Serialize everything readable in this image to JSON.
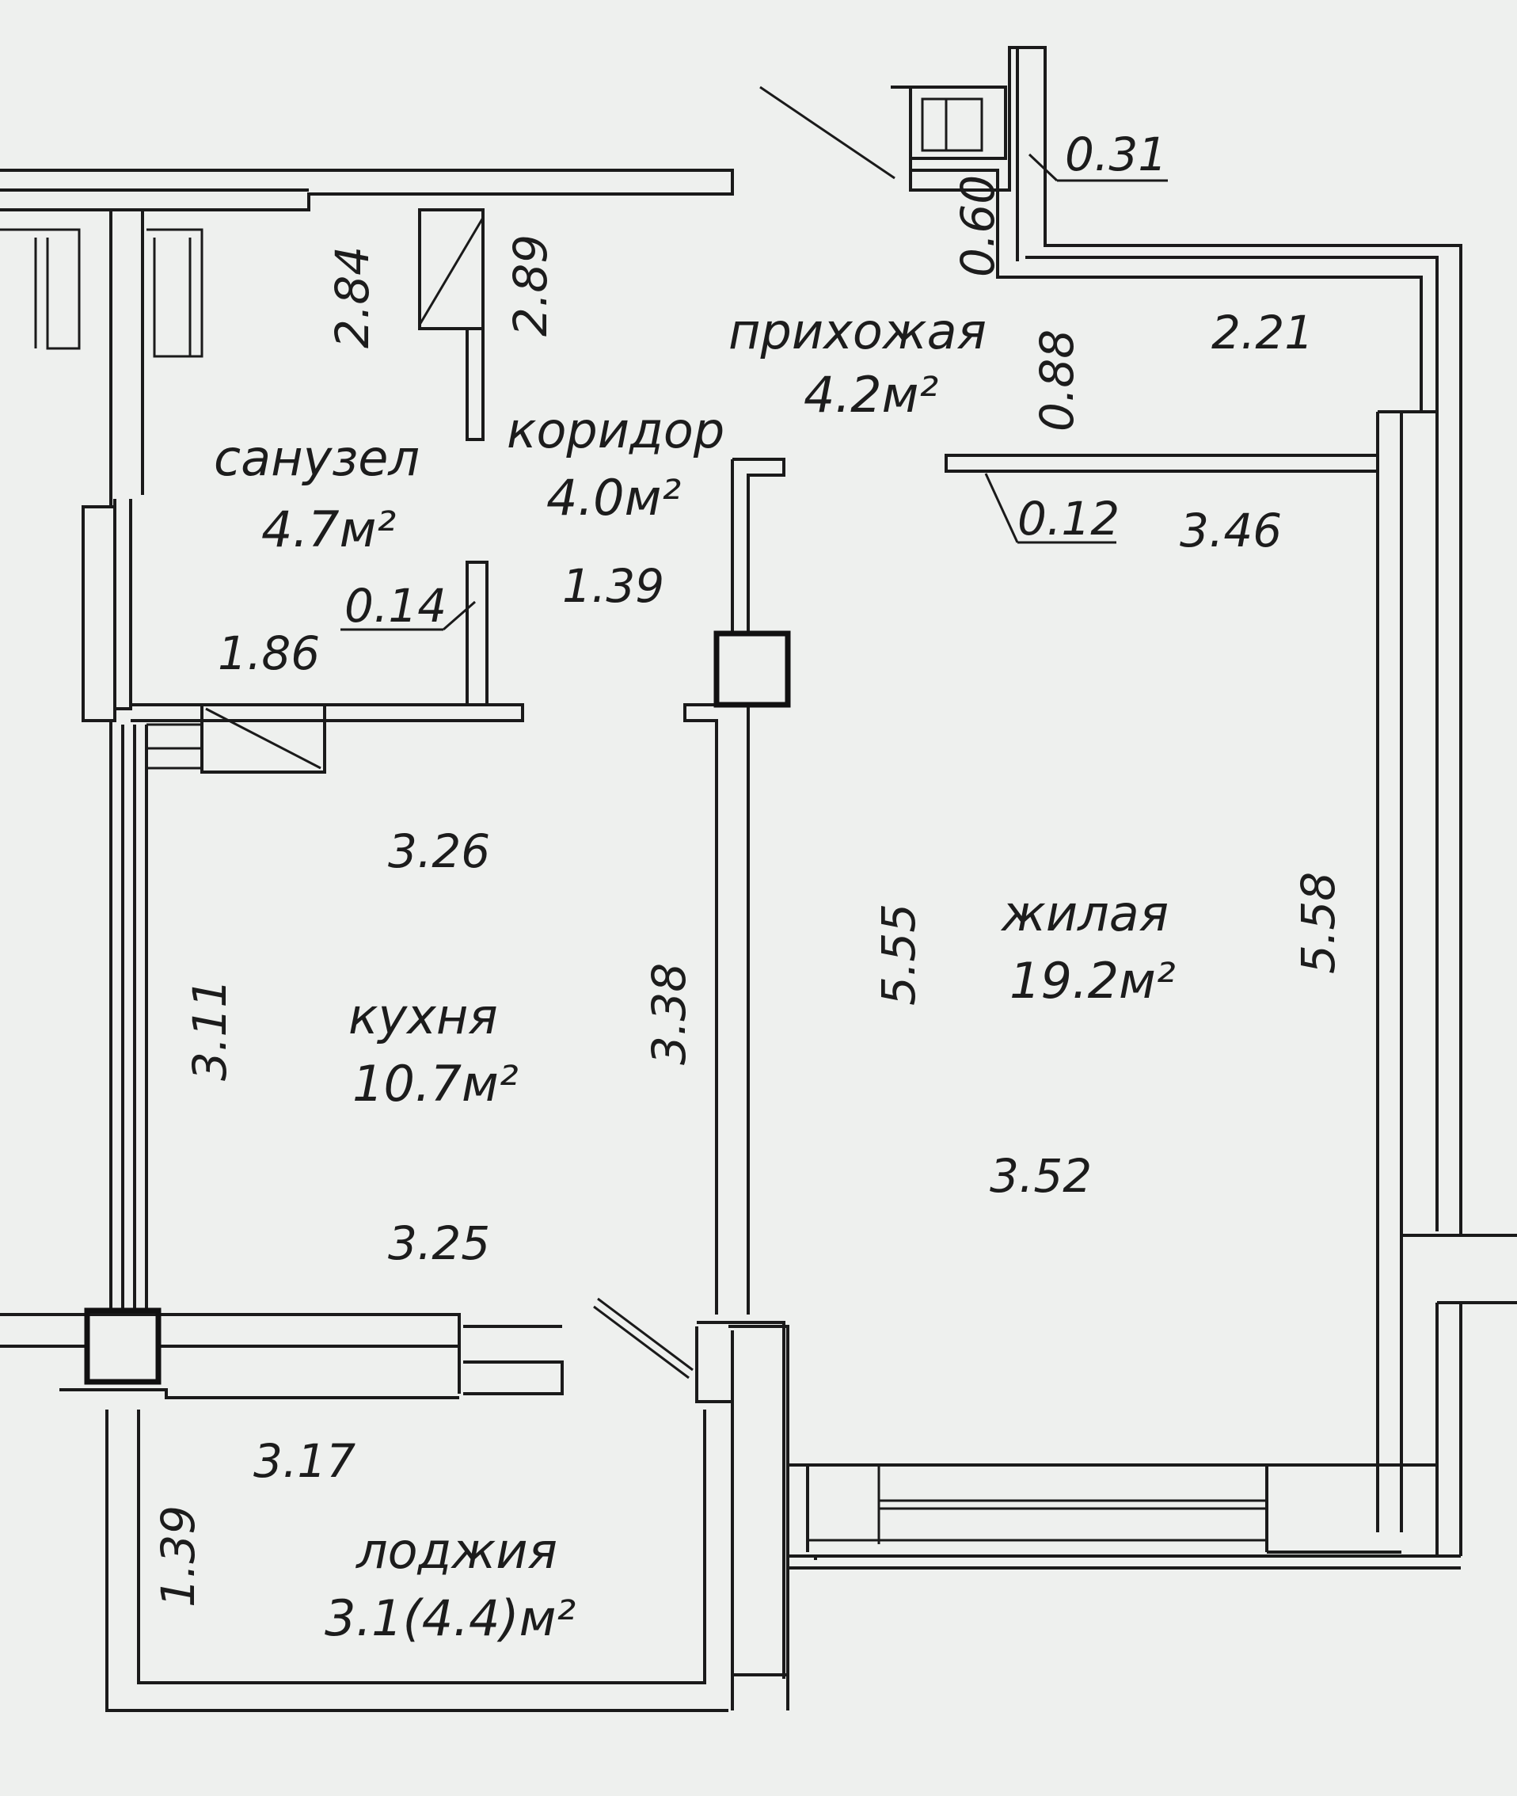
{
  "rooms": {
    "bathroom": {
      "name": "санузел",
      "area": "4.7м²"
    },
    "corridor": {
      "name": "коридор",
      "area": "4.0м²"
    },
    "hallway": {
      "name": "прихожая",
      "area": "4.2м²"
    },
    "kitchen": {
      "name": "кухня",
      "area": "10.7м²"
    },
    "living": {
      "name": "жилая",
      "area": "19.2м²"
    },
    "loggia": {
      "name": "лоджия",
      "area": "3.1(4.4)м²"
    }
  },
  "dimensions": {
    "d_2_84": "2.84",
    "d_2_89": "2.89",
    "d_0_31": "0.31",
    "d_0_60": "0.60",
    "d_0_88": "0.88",
    "d_2_21": "2.21",
    "d_0_12": "0.12",
    "d_3_46": "3.46",
    "d_1_39_top": "1.39",
    "d_0_14": "0.14",
    "d_1_86": "1.86",
    "d_3_26": "3.26",
    "d_3_11": "3.11",
    "d_3_38": "3.38",
    "d_5_55": "5.55",
    "d_5_58": "5.58",
    "d_3_52": "3.52",
    "d_3_25": "3.25",
    "d_3_17": "3.17",
    "d_1_39_loggia": "1.39"
  },
  "colors": {
    "background": "#eef0ee",
    "lines": "#1a1a1a"
  }
}
